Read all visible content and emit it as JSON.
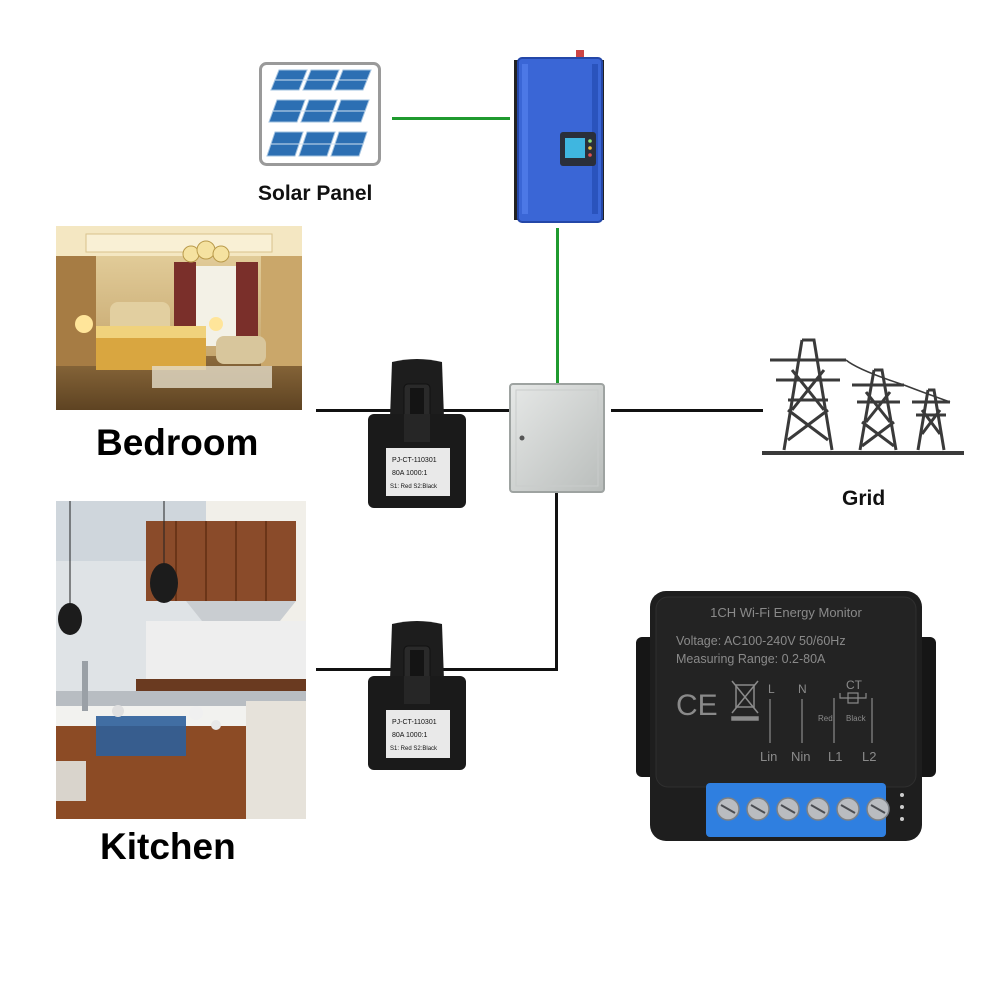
{
  "labels": {
    "solar_panel": "Solar Panel",
    "bedroom": "Bedroom",
    "kitchen": "Kitchen",
    "grid": "Grid"
  },
  "ct_clamp_top": {
    "model": "PJ-CT-110301",
    "rating": "80A 1000:1",
    "wires": "S1: Red  S2:Black"
  },
  "ct_clamp_bottom": {
    "model": "PJ-CT-110301",
    "rating": "80A 1000:1",
    "wires": "S1: Red  S2:Black"
  },
  "energy_monitor": {
    "title": "1CH Wi-Fi Energy Monitor",
    "voltage": "Voltage: AC100-240V 50/60Hz",
    "range": "Measuring Range: 0.2-80A",
    "ce_mark": "CE",
    "top_terminals": {
      "l": "L",
      "n": "N",
      "ct": "CT",
      "red": "Red",
      "black": "Black"
    },
    "bottom_terminals": {
      "lin": "Lin",
      "nin": "Nin",
      "l1": "L1",
      "l2": "L2"
    }
  },
  "colors": {
    "inverter_blue": "#3a66d6",
    "ac_wire": "#111111",
    "dc_wire": "#1f9a2e",
    "terminal_blue": "#2f7fe0",
    "monitor_body": "#1e1e1e"
  }
}
